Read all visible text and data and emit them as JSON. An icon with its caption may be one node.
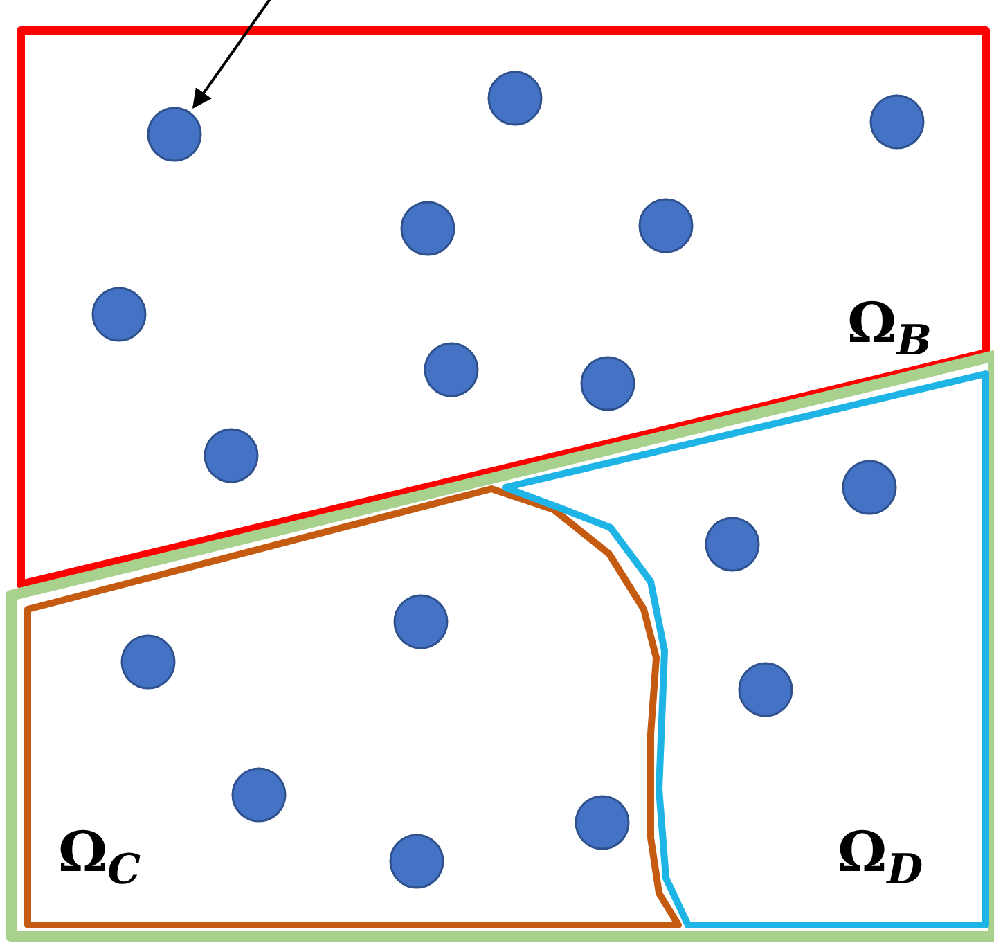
{
  "diagram": {
    "nodes": [
      {
        "text": [
          "Ω$_{B}$"
        ]
      },
      {
        "text": [],
        "shape": "circle",
        "in": 0
      },
      {
        "text": [],
        "shape": "circle",
        "in": 0
      },
      {
        "text": [],
        "shape": "circle",
        "in": 0
      },
      {
        "text": [],
        "shape": "circle",
        "in": 0
      },
      {
        "text": [],
        "shape": "circle",
        "in": 0
      },
      {
        "text": [],
        "shape": "circle",
        "in": 0
      },
      {
        "text": [],
        "shape": "circle",
        "in": 0
      },
      {
        "text": [],
        "shape": "circle",
        "in": 0
      },
      {
        "text": [],
        "shape": "circle",
        "in": 0
      },
      {
        "text": [],
        "shape": "box"
      },
      {
        "text": [
          "Ω$_{C}$"
        ],
        "in": 10
      },
      {
        "text": [],
        "shape": "circle",
        "in": 11
      },
      {
        "text": [],
        "shape": "circle",
        "in": 11
      },
      {
        "text": [],
        "shape": "circle",
        "in": 11
      },
      {
        "text": [],
        "shape": "circle",
        "in": 11
      },
      {
        "text": [],
        "shape": "circle",
        "in": 11
      },
      {
        "text": [
          "Ω$_{D}$"
        ],
        "in": 10
      },
      {
        "text": [],
        "shape": "circle",
        "in": 17
      },
      {
        "text": [],
        "shape": "circle",
        "in": 17
      },
      {
        "text": [],
        "shape": "circle",
        "in": 17
      }
    ],
    "edges": [
      {
        "from": null,
        "to": 3,
        "arrow": "to"
      }
    ]
  }
}
